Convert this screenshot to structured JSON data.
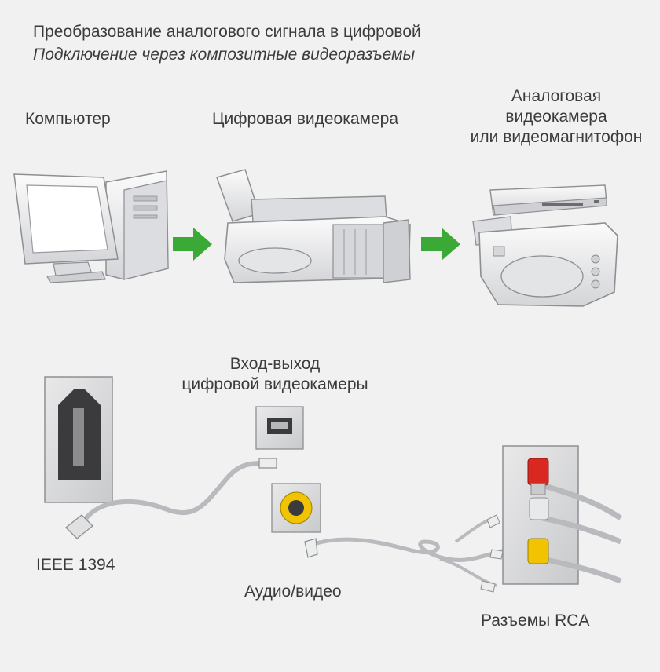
{
  "header": {
    "title": "Преобразование аналогового сигнала в цифровой",
    "subtitle": "Подключение через композитные видеоразъемы"
  },
  "devices": {
    "computer": "Компьютер",
    "digital_camera": "Цифровая видеокамера",
    "analog_line1": "Аналоговая",
    "analog_line2": "видеокамера",
    "analog_line3": "или видеомагнитофон"
  },
  "connectors": {
    "port_line1": "Вход-выход",
    "port_line2": "цифровой видеокамеры",
    "ieee": "IEEE 1394",
    "av": "Аудио/видео",
    "rca": "Разъемы RCA"
  },
  "colors": {
    "arrow": "#3aa935",
    "rca_red": "#d9281f",
    "rca_yellow": "#f2c300",
    "device": "#e6e7e9",
    "outline": "#8e8f93"
  }
}
